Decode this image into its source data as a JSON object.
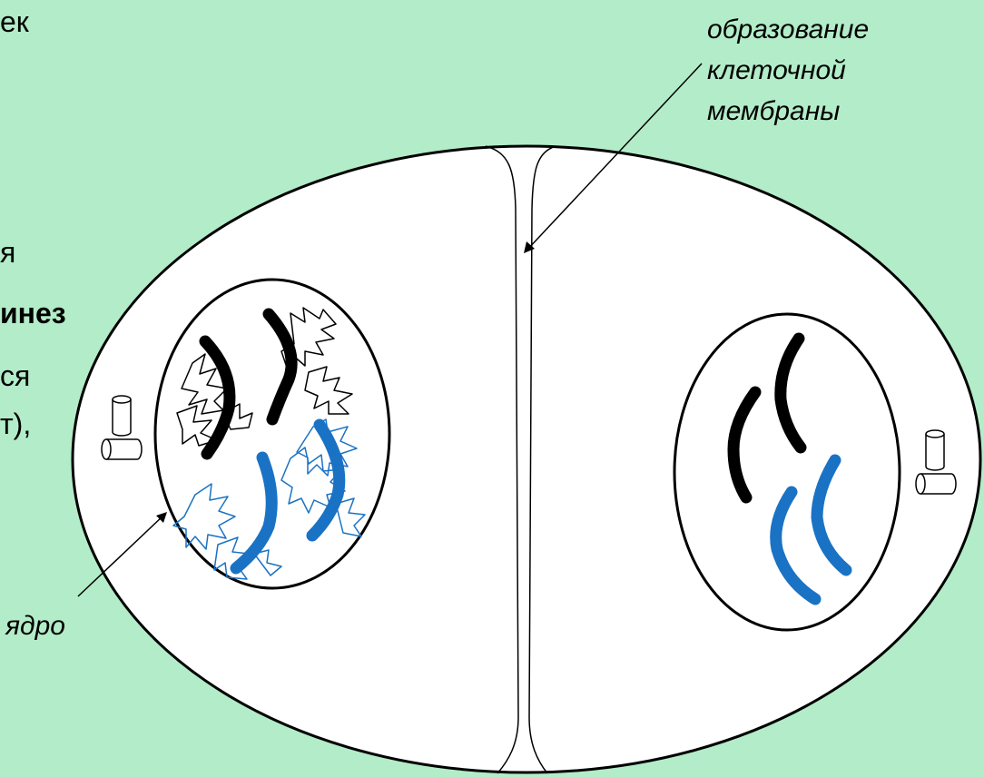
{
  "left_text": {
    "line1": "ек",
    "line2": "я",
    "line3": "инез",
    "line4": "ся",
    "line5": "т),"
  },
  "labels": {
    "membrane_line1": "образование",
    "membrane_line2": "клеточной",
    "membrane_line3": "мембраны",
    "nucleus": "ядро"
  },
  "colors": {
    "background": "#b3ecc8",
    "cell_fill": "#ffffff",
    "chromosome_dark": "#000000",
    "chromosome_blue": "#1a72c4"
  }
}
